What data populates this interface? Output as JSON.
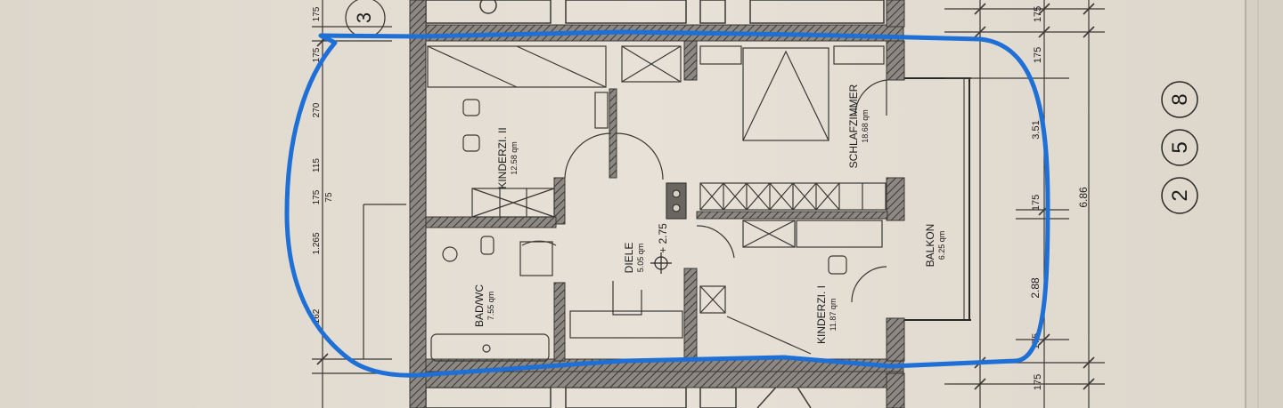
{
  "rooms": [
    {
      "id": "kinderzi-2",
      "name": "KINDERZI. II",
      "area": "12.58 qm"
    },
    {
      "id": "schlafzimmer",
      "name": "SCHLAFZIMMER",
      "area": "18.68 qm"
    },
    {
      "id": "diele",
      "name": "DIELE",
      "area": "5.05 qm",
      "level": "+ 2.75"
    },
    {
      "id": "bad-wc",
      "name": "BAD/WC",
      "area": "7.55 qm"
    },
    {
      "id": "kinderzi-1",
      "name": "KINDERZI. I",
      "area": "11.87 qm"
    },
    {
      "id": "balkon",
      "name": "BALKON",
      "area": "6.25 qm"
    }
  ],
  "dimensions": {
    "right": [
      "175",
      "175",
      "3.51",
      "175",
      "2.88",
      "175",
      "175"
    ],
    "right_total": "6.86",
    "left": [
      "175",
      "175",
      "270",
      "115",
      "175",
      "1.265",
      "75",
      "162"
    ]
  },
  "unit_number": [
    "2",
    "5",
    "8"
  ],
  "corner_mark": "3",
  "colors": {
    "paper": "#e4ddd2",
    "wall": "#4a4744",
    "line": "#3a3835",
    "highlight": "#1e6fd6"
  }
}
